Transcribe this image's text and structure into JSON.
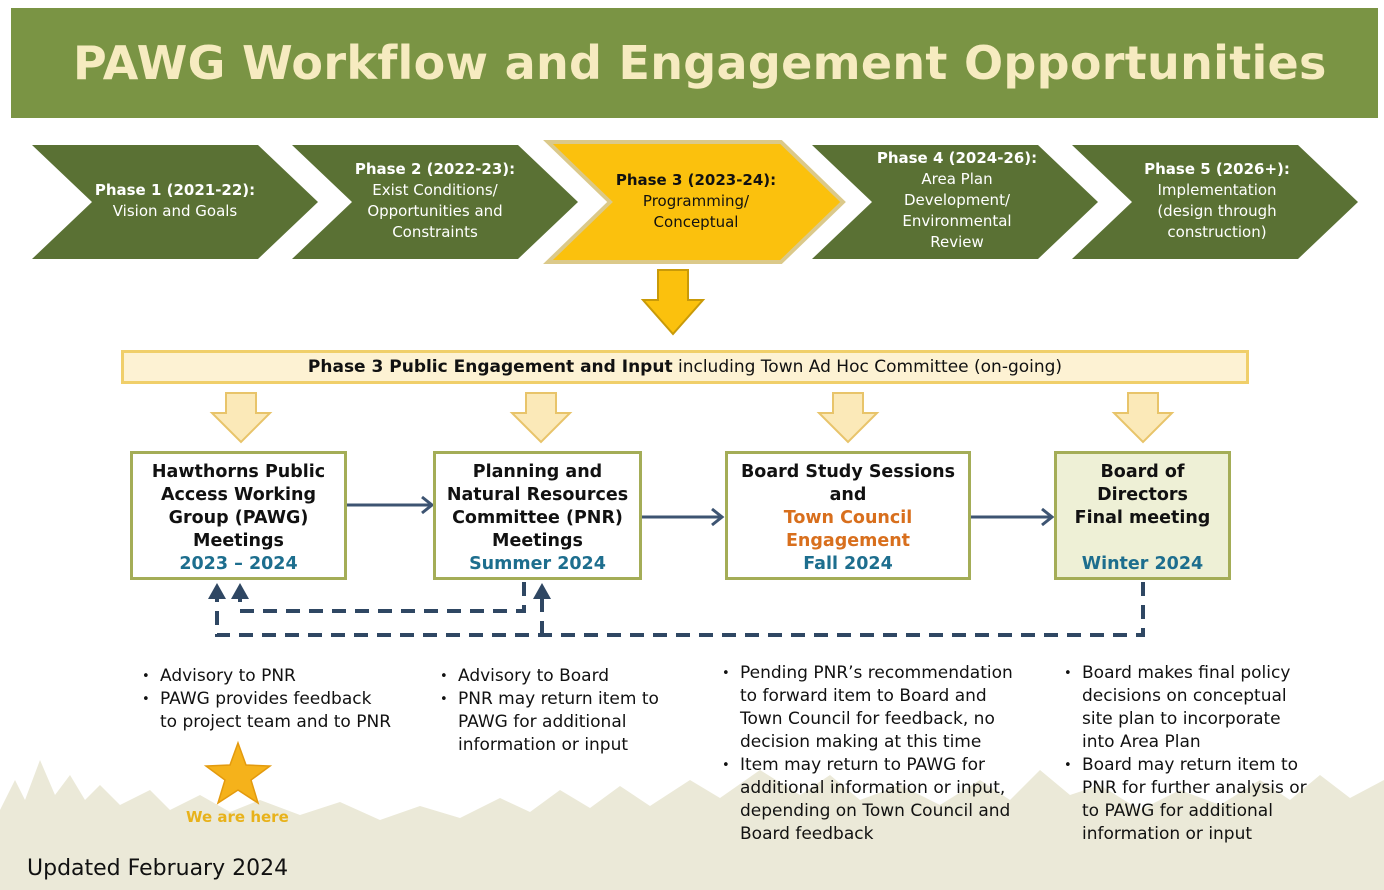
{
  "title": "PAWG Workflow and Engagement Opportunities",
  "phases": [
    {
      "heading": "Phase 1 (2021-22):",
      "lines": [
        "Vision and Goals"
      ]
    },
    {
      "heading": "Phase 2 (2022-23):",
      "lines": [
        "Exist Conditions/",
        "Opportunities and",
        "Constraints"
      ]
    },
    {
      "heading": "Phase 3 (2023-24):",
      "lines": [
        "Programming/",
        "Conceptual"
      ],
      "active": true
    },
    {
      "heading": "Phase 4 (2024-26):",
      "lines": [
        "Area Plan",
        "Development/",
        "Environmental",
        "Review"
      ]
    },
    {
      "heading": "Phase 5 (2026+):",
      "lines": [
        "Implementation",
        "(design through",
        "construction)"
      ]
    }
  ],
  "banner": {
    "bold": "Phase 3 Public Engagement and Input",
    "rest": " including Town Ad Hoc Committee (on-going)"
  },
  "boxes": [
    {
      "lines": [
        "Hawthorns Public",
        "Access Working",
        "Group (PAWG)",
        "Meetings"
      ],
      "date": "2023 – 2024"
    },
    {
      "lines": [
        "Planning and",
        "Natural Resources",
        "Committee (PNR)",
        "Meetings"
      ],
      "date": "Summer 2024"
    },
    {
      "lines": [
        "Board Study Sessions",
        "and"
      ],
      "orange": [
        "Town Council",
        "Engagement"
      ],
      "date": "Fall 2024"
    },
    {
      "lines": [
        "Board of",
        "Directors",
        "Final meeting"
      ],
      "date": "Winter 2024"
    }
  ],
  "bullets": [
    [
      [
        "Advisory to PNR"
      ],
      [
        "PAWG provides feedback",
        "to project team and to PNR"
      ]
    ],
    [
      [
        "Advisory to Board"
      ],
      [
        "PNR may return item to",
        "PAWG for additional",
        "information or input"
      ]
    ],
    [
      [
        "Pending PNR’s recommendation",
        "to forward item to Board and",
        "Town Council for feedback, no",
        "decision making at this time"
      ],
      [
        "Item may return to PAWG for",
        "additional information or input,",
        "depending on Town Council and",
        "Board feedback"
      ]
    ],
    [
      [
        "Board makes final policy",
        "decisions on conceptual",
        "site plan to incorporate",
        "into Area Plan"
      ],
      [
        "Board may return item to",
        "PNR for further analysis or",
        "to PAWG for additional",
        "information or input"
      ]
    ]
  ],
  "marker": {
    "label": "We are here",
    "color": "#f5b21b"
  },
  "footer": "Updated February 2024",
  "colors": {
    "title_bar": "#7a9444",
    "phase": "#5a7134",
    "active_phase": "#fbc10d",
    "connector": "#2f4763",
    "date_blue": "#1d6e8e",
    "orange": "#d86f1d"
  }
}
